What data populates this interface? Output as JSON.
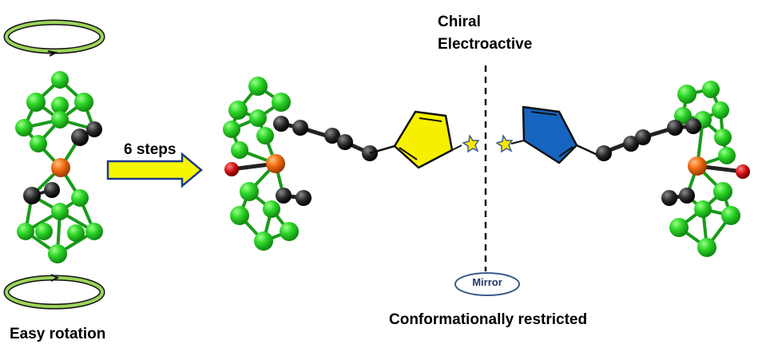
{
  "labels": {
    "chiral": "Chiral",
    "electroactive": "Electroactive",
    "steps": "6 steps",
    "easy_rotation": "Easy rotation",
    "conformationally_restricted": "Conformationally restricted",
    "mirror": "Mirror"
  },
  "colors": {
    "boron_cage": "#22cc22",
    "iron": "#f06a10",
    "carbon": "#2a2a2a",
    "oxygen": "#d01010",
    "arrow_fill": "#f6f600",
    "arrow_stroke": "#1f3a8a",
    "ring_left": "#f6f000",
    "ring_right": "#1565c0",
    "star": "#f6e700",
    "mirror_oval": "#3b5b8a",
    "rotation_ring": "#9bd35a"
  }
}
